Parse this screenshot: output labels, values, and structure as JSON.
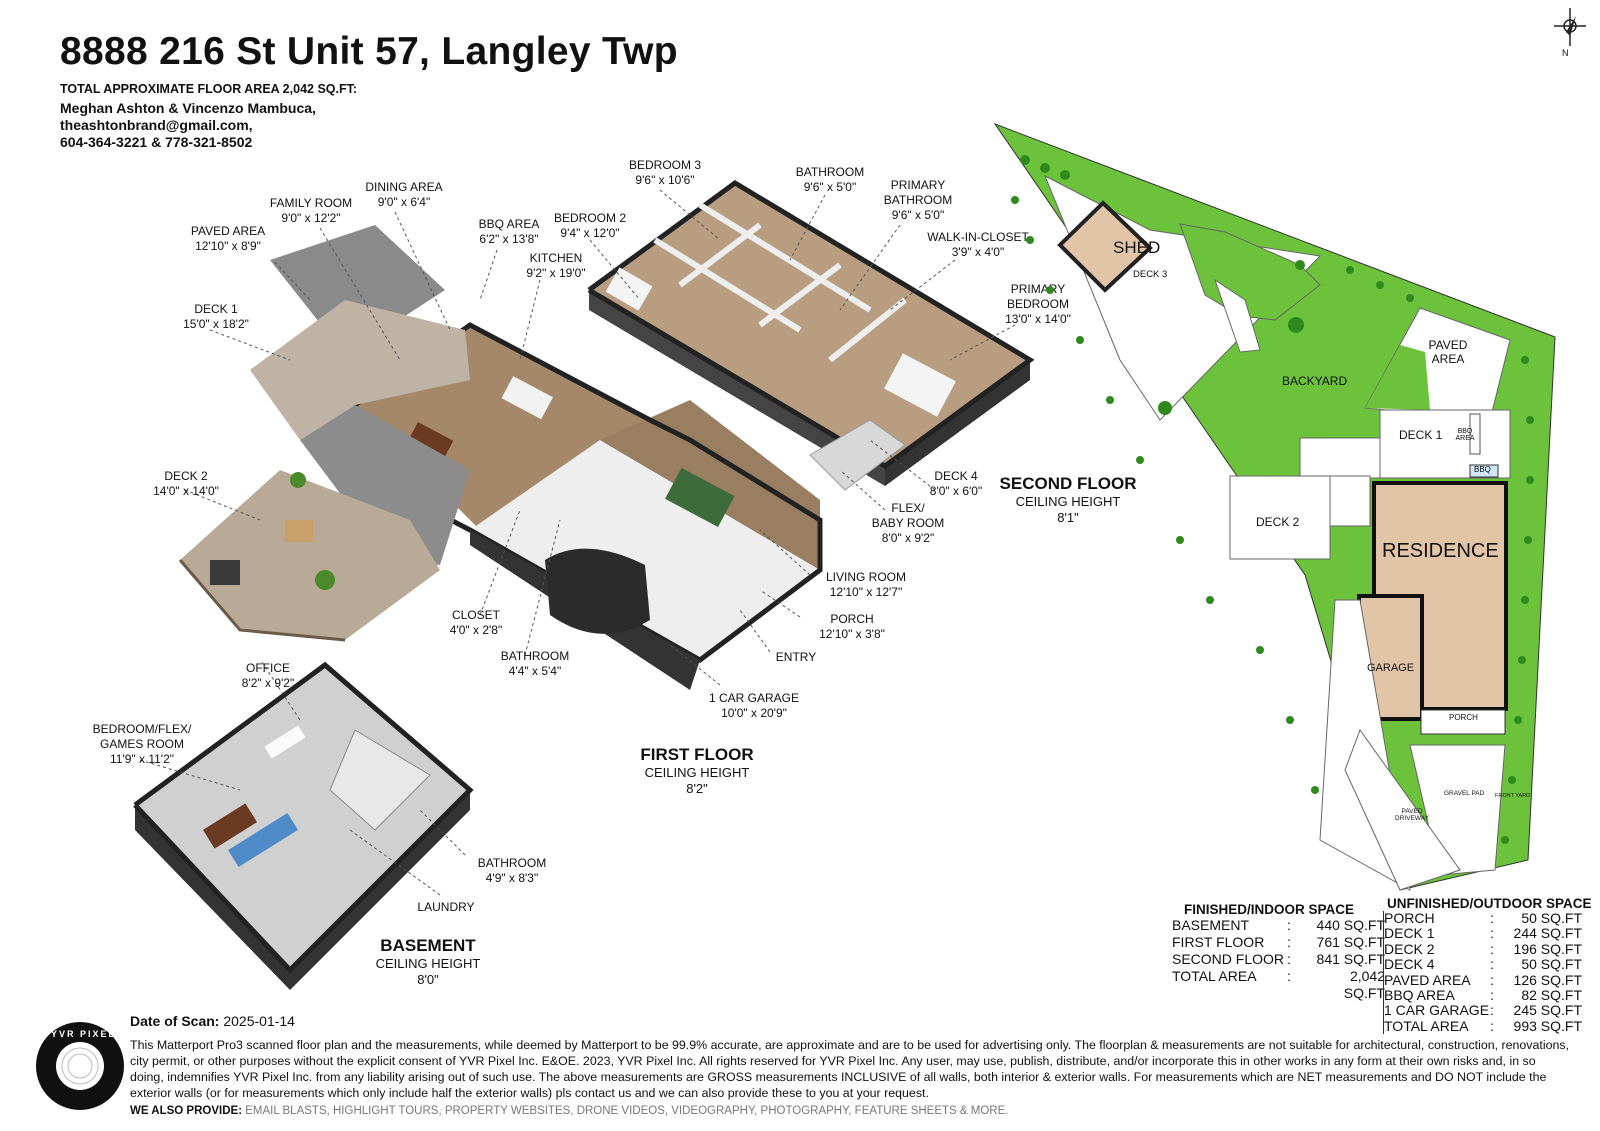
{
  "header": {
    "title": "8888 216 St Unit 57, Langley Twp",
    "total_area": "TOTAL APPROXIMATE FLOOR AREA 2,042 SQ.FT:",
    "contact_names": "Meghan Ashton & Vincenzo Mambuca,",
    "contact_email": "theashtonbrand@gmail.com,",
    "contact_phone": "604-364-3221 & 778-321-8502"
  },
  "compass": {
    "label": "N"
  },
  "rooms": {
    "family_room": {
      "name": "FAMILY ROOM",
      "dim": "9'0\" x 12'2\""
    },
    "dining_area": {
      "name": "DINING AREA",
      "dim": "9'0\" x 6'4\""
    },
    "paved_area": {
      "name": "PAVED AREA",
      "dim": "12'10\" x 8'9\""
    },
    "bbq_area": {
      "name": "BBQ AREA",
      "dim": "6'2\" x 13'8\""
    },
    "bedroom2": {
      "name": "BEDROOM 2",
      "dim": "9'4\" x 12'0\""
    },
    "bedroom3": {
      "name": "BEDROOM 3",
      "dim": "9'6\" x 10'6\""
    },
    "bathroom_up": {
      "name": "BATHROOM",
      "dim": "9'6\" x 5'0\""
    },
    "primary_bath_1": "PRIMARY",
    "primary_bath_2": "BATHROOM",
    "primary_bath_dim": "9'6\" x 5'0\"",
    "walkin": {
      "name": "WALK-IN-CLOSET",
      "dim": "3'9\" x 4'0\""
    },
    "primary_bed_1": "PRIMARY",
    "primary_bed_2": "BEDROOM",
    "primary_bed_dim": "13'0\" x 14'0\"",
    "kitchen": {
      "name": "KITCHEN",
      "dim": "9'2\" x 19'0\""
    },
    "deck1": {
      "name": "DECK 1",
      "dim": "15'0\" x 18'2\""
    },
    "deck2": {
      "name": "DECK 2",
      "dim": "14'0\" x 14'0\""
    },
    "deck4": {
      "name": "DECK 4",
      "dim": "8'0\" x 6'0\""
    },
    "flex_1": "FLEX/",
    "flex_2": "BABY ROOM",
    "flex_dim": "8'0\" x 9'2\"",
    "living": {
      "name": "LIVING ROOM",
      "dim": "12'10\" x 12'7\""
    },
    "porch": {
      "name": "PORCH",
      "dim": "12'10\" x 3'8\""
    },
    "entry": "ENTRY",
    "closet": {
      "name": "CLOSET",
      "dim": "4'0\" x 2'8\""
    },
    "bathroom_main": {
      "name": "BATHROOM",
      "dim": "4'4\" x 5'4\""
    },
    "garage": {
      "name": "1 CAR GARAGE",
      "dim": "10'0\" x 20'9\""
    },
    "office": {
      "name": "OFFICE",
      "dim": "8'2\" x 9'2\""
    },
    "games_1": "BEDROOM/FLEX/",
    "games_2": "GAMES ROOM",
    "games_dim": "11'9\" x 11'2\"",
    "bathroom_base": {
      "name": "BATHROOM",
      "dim": "4'9\" x 8'3\""
    },
    "laundry": "LAUNDRY"
  },
  "floors": {
    "second": {
      "name": "SECOND FLOOR",
      "ceiling": "CEILING HEIGHT",
      "height": "8'1\""
    },
    "first": {
      "name": "FIRST FLOOR",
      "ceiling": "CEILING HEIGHT",
      "height": "8'2\""
    },
    "basement": {
      "name": "BASEMENT",
      "ceiling": "CEILING HEIGHT",
      "height": "8'0\""
    }
  },
  "site_plan": {
    "shed": "SHED",
    "deck3": "DECK 3",
    "backyard": "BACKYARD",
    "paved_area_1": "PAVED",
    "paved_area_2": "AREA",
    "deck1": "DECK 1",
    "bbq_area_1": "BBQ",
    "bbq_area_2": "AREA",
    "bbq": "BBQ",
    "deck2": "DECK 2",
    "residence": "RESIDENCE",
    "garage": "GARAGE",
    "porch": "PORCH",
    "gravel_pad": "GRAVEL PAD",
    "front_yard": "FRONT YARD",
    "paved_driveway_1": "PAVED",
    "paved_driveway_2": "DRIVEWAY"
  },
  "finished": {
    "title": "FINISHED/INDOOR SPACE",
    "rows": [
      {
        "label": "BASEMENT",
        "value": "440 SQ.FT"
      },
      {
        "label": "FIRST FLOOR",
        "value": "761 SQ.FT"
      },
      {
        "label": "SECOND FLOOR",
        "value": "841 SQ.FT"
      },
      {
        "label": "TOTAL AREA",
        "value": "2,042 SQ.FT"
      }
    ]
  },
  "unfinished": {
    "title": "UNFINISHED/OUTDOOR SPACE",
    "rows": [
      {
        "label": "PORCH",
        "value": "50 SQ.FT"
      },
      {
        "label": "DECK 1",
        "value": "244 SQ.FT"
      },
      {
        "label": "DECK 2",
        "value": "196 SQ.FT"
      },
      {
        "label": "DECK 4",
        "value": "50 SQ.FT"
      },
      {
        "label": "PAVED AREA",
        "value": "126 SQ.FT"
      },
      {
        "label": "BBQ AREA",
        "value": "82 SQ.FT"
      },
      {
        "label": "1 CAR GARAGE",
        "value": "245 SQ.FT"
      },
      {
        "label": "TOTAL AREA",
        "value": "993 SQ.FT"
      }
    ]
  },
  "footer": {
    "logo_text": "YVR PIXEL",
    "date_label": "Date of Scan:",
    "date_value": "2025-01-14",
    "disclaimer": "This Matterport Pro3 scanned floor plan and the measurements, while deemed by Matterport to be 99.9% accurate, are approximate and are to be used for advertising only. The floorplan & measurements are not suitable for architectural, construction, renovations, city permit, or other purposes without the explicit consent of YVR Pixel Inc. E&OE. 2023, YVR Pixel Inc. All rights reserved for YVR Pixel Inc. Any user, may use, publish, distribute, and/or incorporate this in other works in any form at their own risks and, in so doing, indemnifies YVR Pixel Inc. from any liability arising out of such use. The above measurements are GROSS measurements INCLUSIVE of all walls, both interior & exterior walls. For measurements which are NET measurements and DO NOT include the exterior walls (or for measurements which only include half the exterior walls) pls contact us and we can also provide these to you at your request.",
    "provide_label": "WE ALSO PROVIDE:",
    "provide_text": "EMAIL BLASTS, HIGHLIGHT TOURS, PROPERTY WEBSITES, DRONE VIDEOS, VIDEOGRAPHY, PHOTOGRAPHY, FEATURE SHEETS & MORE."
  },
  "colors": {
    "lawn": "#6cc23a",
    "building": "#e2c4a6",
    "shrub": "#2f8a1e",
    "floor_wood": "#a5886a",
    "wall": "#2a2a2a"
  }
}
